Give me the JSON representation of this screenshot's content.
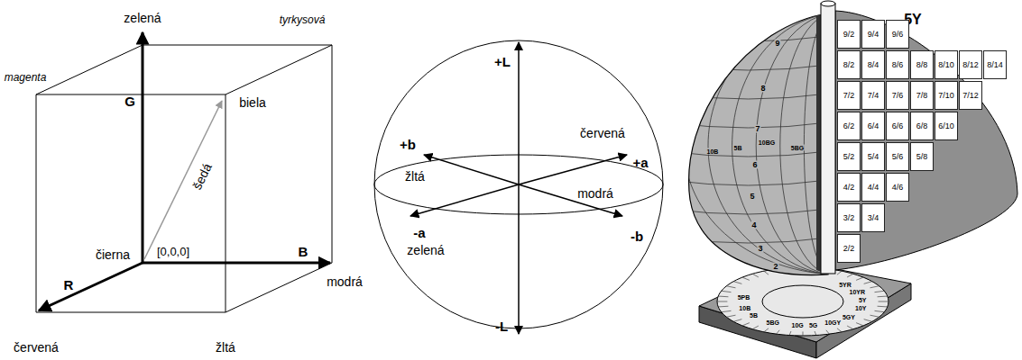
{
  "diagram": {
    "nodes": [
      {
        "text": [
          "9/2"
        ]
      },
      {
        "text": [
          "9/4"
        ]
      },
      {
        "text": [
          "9/6"
        ]
      },
      {
        "text": [
          "8/2"
        ]
      },
      {
        "text": [
          "8/4"
        ]
      },
      {
        "text": [
          "8/6"
        ]
      },
      {
        "text": [
          "8/8"
        ]
      },
      {
        "text": [
          "8/10"
        ]
      },
      {
        "text": [
          "8/12"
        ]
      },
      {
        "text": [
          "8/14"
        ]
      },
      {
        "text": [
          "7/2"
        ]
      },
      {
        "text": [
          "7/4"
        ]
      },
      {
        "text": [
          "7/6"
        ]
      },
      {
        "text": [
          "7/8"
        ]
      },
      {
        "text": [
          "7/10"
        ]
      },
      {
        "text": [
          "7/12"
        ]
      },
      {
        "text": [
          "6/2"
        ]
      },
      {
        "text": [
          "6/4"
        ]
      },
      {
        "text": [
          "6/6"
        ]
      },
      {
        "text": [
          "6/8"
        ]
      },
      {
        "text": [
          "6/10"
        ]
      },
      {
        "text": [
          "5/2"
        ]
      },
      {
        "text": [
          "5/4"
        ]
      },
      {
        "text": [
          "5/6"
        ]
      },
      {
        "text": [
          "5/8"
        ]
      },
      {
        "text": [
          "4/2"
        ]
      },
      {
        "text": [
          "4/4"
        ]
      },
      {
        "text": [
          "4/6"
        ]
      },
      {
        "text": [
          "3/2"
        ]
      },
      {
        "text": [
          "3/4"
        ]
      },
      {
        "text": [
          "2/2"
        ]
      }
    ],
    "labels": [
      "zelená",
      "tyrkysová",
      "magenta",
      "G",
      "biela",
      "šedá",
      "čierna",
      "[0,0,0]",
      "B",
      "modrá",
      "R",
      "červená",
      "žltá",
      "+L",
      "červená",
      "+a",
      "+b",
      "žltá",
      "modrá",
      "-a",
      "zelená",
      "-b",
      "-L",
      "5Y",
      "9",
      "8",
      "7",
      "6",
      "5",
      "4",
      "3",
      "2",
      "10B",
      "5B",
      "10BG",
      "5BG",
      "5PB",
      "10B",
      "5B",
      "5BG",
      "10G",
      "5G",
      "10GY",
      "5GY",
      "10Y",
      "5Y",
      "10YR",
      "5YR"
    ]
  }
}
